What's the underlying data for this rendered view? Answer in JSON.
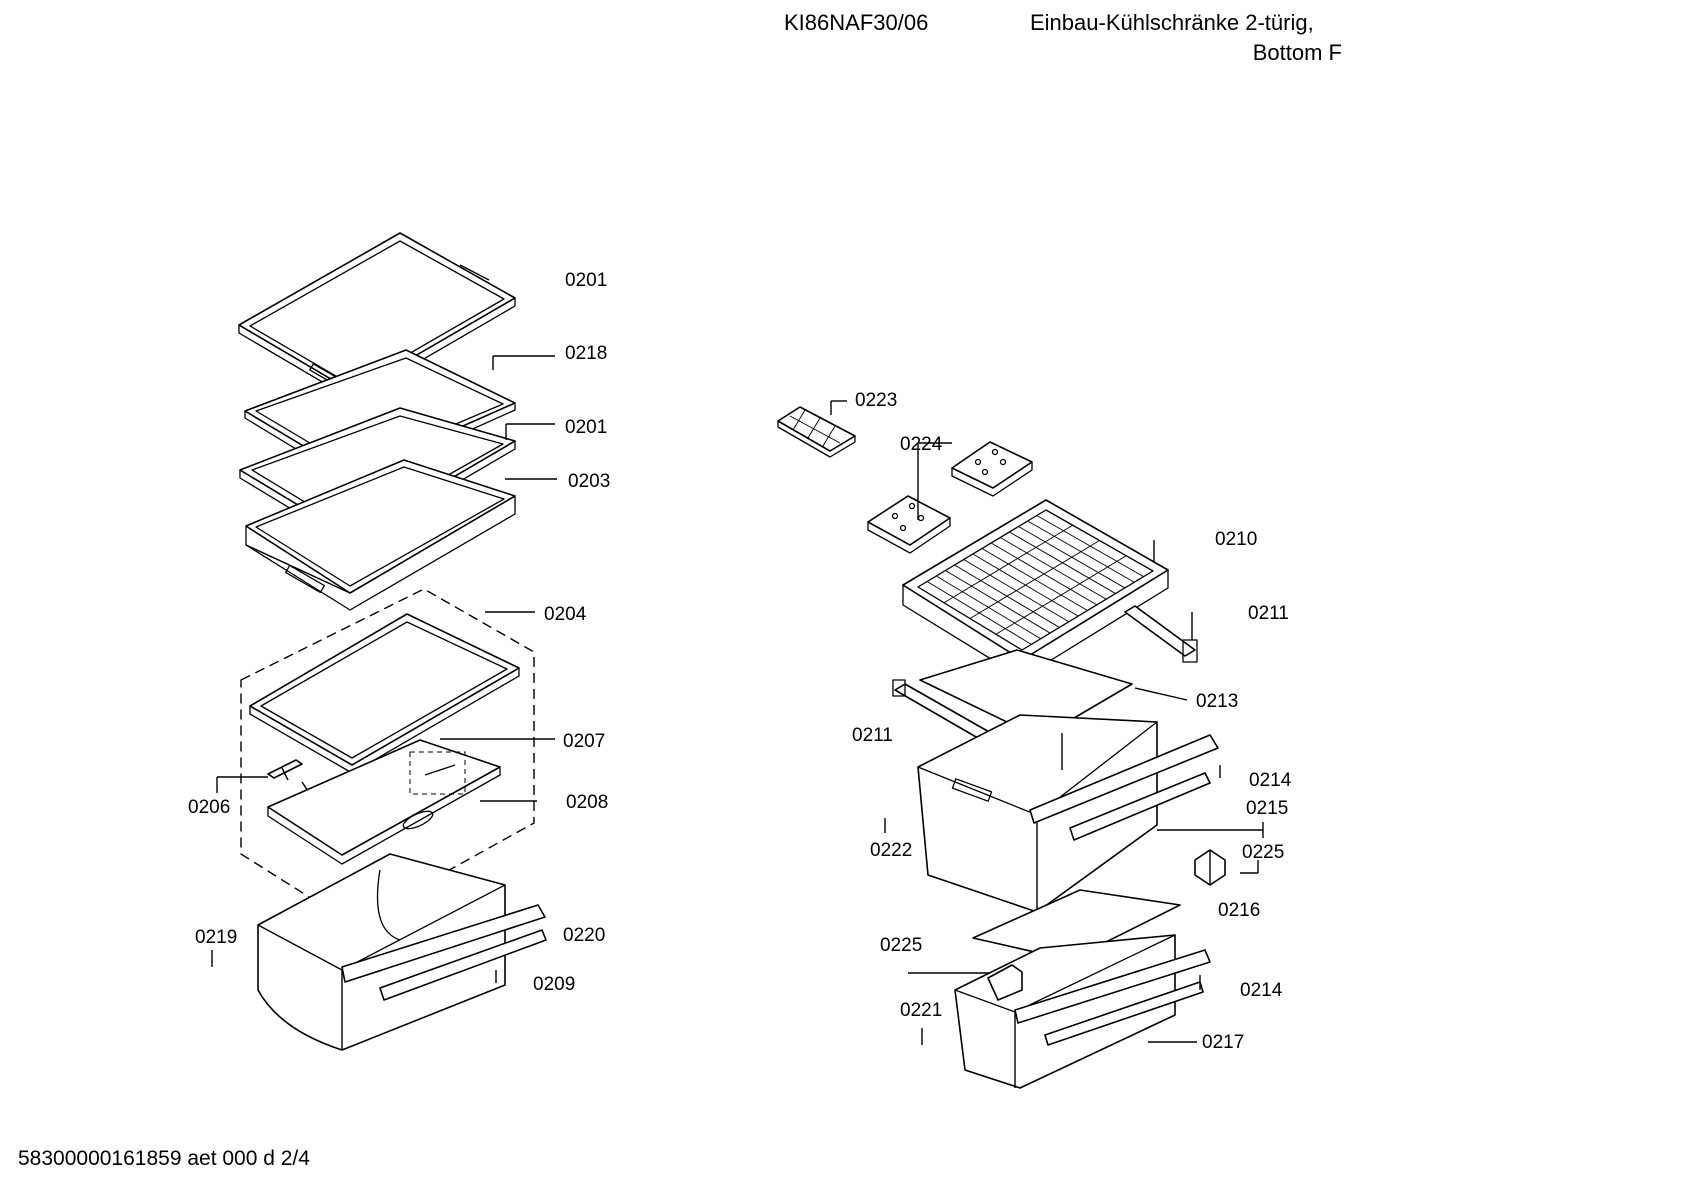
{
  "header": {
    "model": "KI86NAF30/06",
    "description_line1": "Einbau-Kühlschränke 2-türig,",
    "description_line2": "Bottom F"
  },
  "footer": {
    "document_id": "58300000161859 aet 000 d 2/4"
  },
  "part_labels": {
    "p0201_top": "0201",
    "p0218": "0218",
    "p0201_mid": "0201",
    "p0203": "0203",
    "p0204": "0204",
    "p0207": "0207",
    "p0206": "0206",
    "p0208": "0208",
    "p0219": "0219",
    "p0220": "0220",
    "p0209": "0209",
    "p0223": "0223",
    "p0224": "0224",
    "p0210": "0210",
    "p0211_right": "0211",
    "p0213": "0213",
    "p0211_left": "0211",
    "p0214_upper": "0214",
    "p0215": "0215",
    "p0222": "0222",
    "p0225_right": "0225",
    "p0216": "0216",
    "p0225_left": "0225",
    "p0214_lower": "0214",
    "p0221": "0221",
    "p0217": "0217"
  }
}
